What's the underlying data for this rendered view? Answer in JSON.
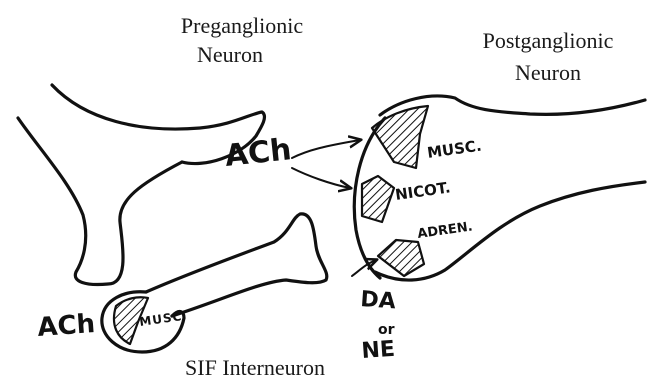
{
  "labels": {
    "preganglionic_line1": "Preganglionic",
    "preganglionic_line2": "Neuron",
    "postganglionic_line1": "Postganglionic",
    "postganglionic_line2": "Neuron",
    "sif_interneuron": "SIF Interneuron"
  },
  "handwritten": {
    "ach_upper": "ACh",
    "ach_lower": "ACh",
    "musc_post": "MUSC.",
    "nicot": "NICOT.",
    "adren": "ADREN.",
    "musc_sif": "MUSC",
    "da": "DA",
    "or": "or",
    "ne": "NE"
  },
  "colors": {
    "ink": "#111111",
    "background": "#ffffff"
  }
}
